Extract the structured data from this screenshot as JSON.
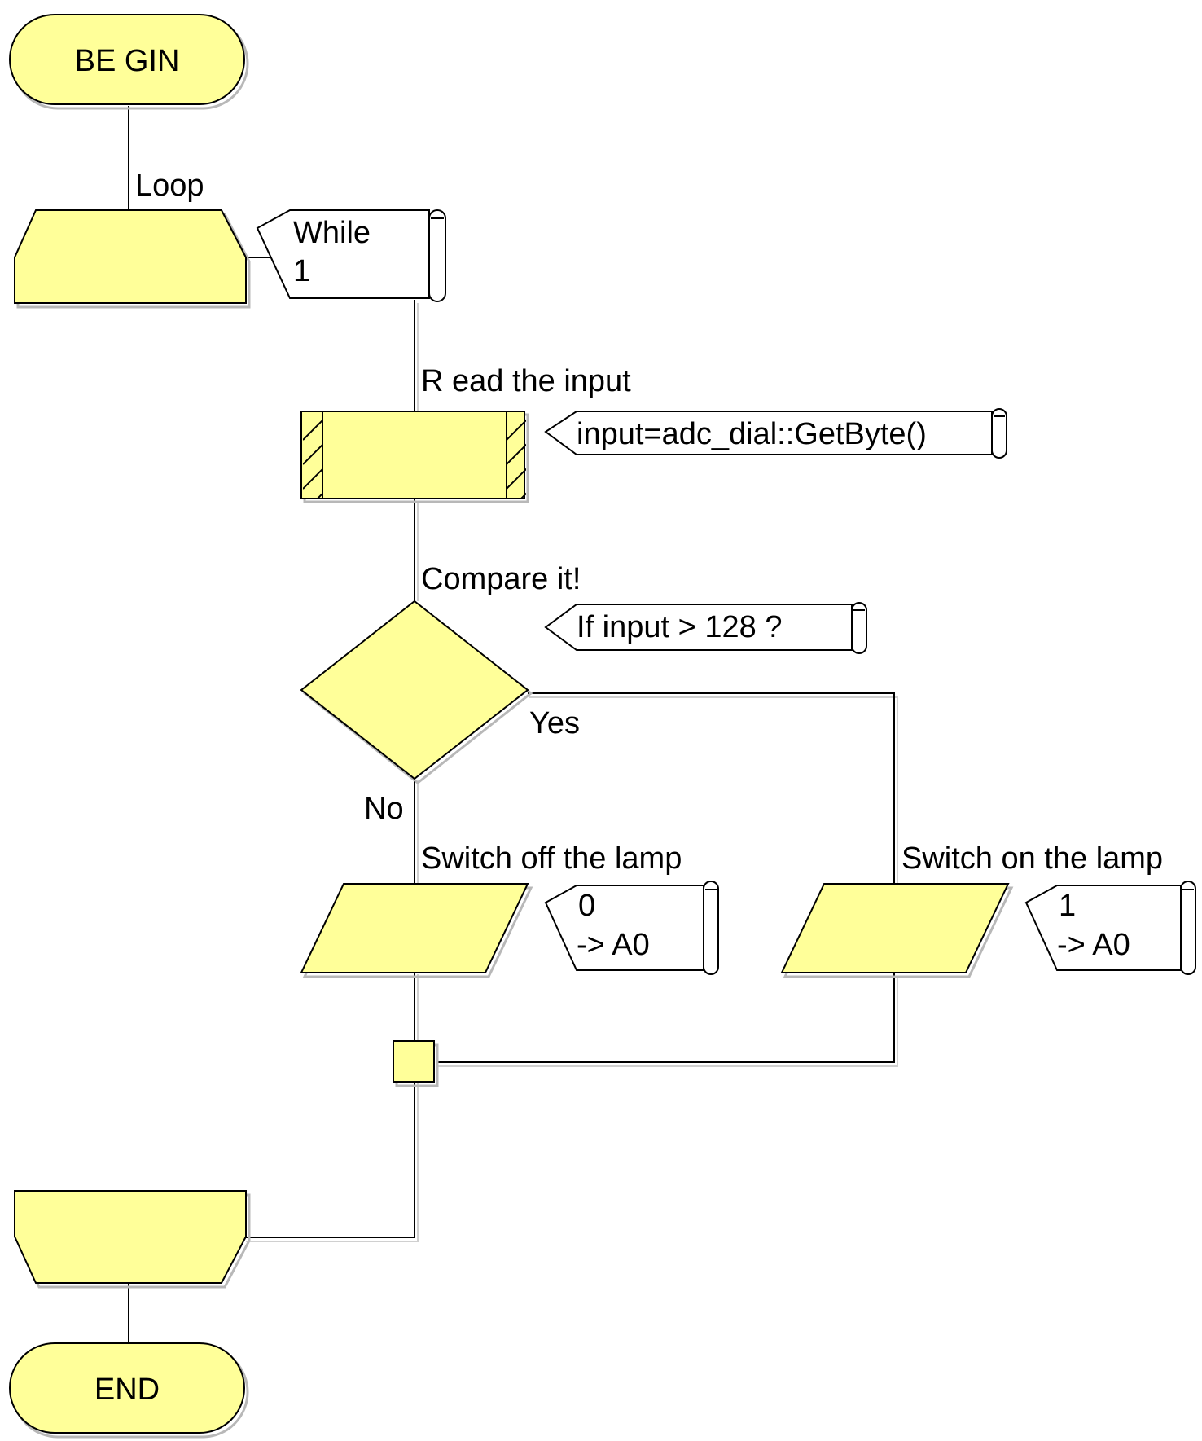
{
  "flowchart": {
    "begin": "BE GIN",
    "end": "END",
    "loop": {
      "label": "Loop",
      "note_line1": "While",
      "note_line2": "1"
    },
    "read": {
      "label": "R ead the input",
      "note": "input=adc_dial::GetByte()"
    },
    "decision": {
      "label": "Compare it!",
      "note": "If  input > 128 ?",
      "yes_label": "Yes",
      "no_label": "No"
    },
    "output_off": {
      "label": "Switch off the lamp",
      "note_line1": "0",
      "note_line2": "-> A0"
    },
    "output_on": {
      "label": "Switch on the lamp",
      "note_line1": "1",
      "note_line2": "-> A0"
    }
  },
  "colors": {
    "shape_fill": "#ffff99",
    "outline": "#000000",
    "background": "#ffffff"
  }
}
